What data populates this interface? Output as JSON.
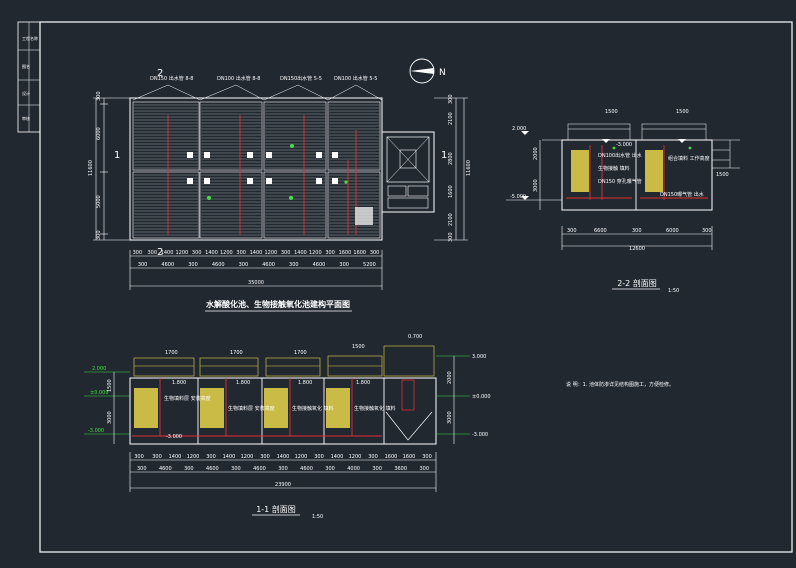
{
  "north_label": "N",
  "plan": {
    "title": "水解酸化池、生物接触氧化池建构平面图",
    "section_mark": "2",
    "cut_mark": "1",
    "pipe_notes": [
      "DN150 出水管 8-8 ",
      "DN100 出水管 8-8",
      "DN150出水管 5-5",
      "DN100 出水管 5-5"
    ],
    "left_dims": [
      "300",
      "6000",
      "5000",
      "300"
    ],
    "left_total": "11600",
    "right_dims": [
      "300",
      "2100",
      "2800",
      "1600",
      "2100",
      "300"
    ],
    "right_total": "11600",
    "bottom_dims_top": [
      "300",
      "300",
      "1400",
      "1200",
      "300",
      "1400",
      "1200",
      "300",
      "1400",
      "1200",
      "300",
      "1400",
      "1200",
      "300",
      "1600",
      "1600",
      "300"
    ],
    "bottom_dims_mid": [
      "300",
      "4600",
      "300",
      "4600",
      "300",
      "4600",
      "300",
      "4600",
      "300",
      "5200"
    ],
    "bottom_total": "35000"
  },
  "section22": {
    "title": "2-2 剖面图",
    "scale": "1:50",
    "levels": [
      "2.000",
      "-3.000",
      "-5.000"
    ],
    "pipe_labels": [
      "1500",
      "1500"
    ],
    "notes": [
      "DN100出水管 出水",
      "生物接触 填料",
      "DN150 穿孔曝气管",
      "组合填料 工作高度",
      "DN150曝气管 出水"
    ],
    "left_dims": [
      "2000",
      "3000"
    ],
    "bottom_dims": [
      "300",
      "6600",
      "300",
      "6000",
      "300"
    ],
    "bottom_total": "12600"
  },
  "section11": {
    "title": "1-1 剖面图",
    "scale": "1:50",
    "levels_left": [
      "2.000",
      "±0.000",
      "-3.000"
    ],
    "levels_right": [
      "3.000",
      "±0.000",
      "-3.000"
    ],
    "pipe_labels": [
      "1700",
      "1700",
      "1700",
      "1500",
      "0.700"
    ],
    "inner_levels": [
      "1.800",
      "1.800",
      "1.800",
      "1.800",
      "-3.000"
    ],
    "notes": [
      "生物填料层 安装高度",
      "生物填料层 安装高度",
      "生物接触氧化 填料",
      "生物接触氧化 填料"
    ],
    "left_dims": [
      "1500",
      "3000"
    ],
    "right_dims": [
      "2000",
      "3000"
    ],
    "bottom_dims_top": [
      "300",
      "300",
      "1400",
      "1200",
      "300",
      "1400",
      "1200",
      "300",
      "1400",
      "1200",
      "300",
      "1400",
      "1200",
      "300",
      "1600",
      "1600",
      "300"
    ],
    "bottom_dims_mid": [
      "300",
      "4600",
      "300",
      "4600",
      "300",
      "4600",
      "300",
      "4600",
      "300",
      "4000",
      "300",
      "3600",
      "300"
    ],
    "bottom_total": "23900"
  },
  "notes_block": "说 明：1. 池体防渗详见结构图施工，方便检修。",
  "title_block_rows": [
    "工程名称",
    "图名",
    "设计",
    "审核"
  ]
}
